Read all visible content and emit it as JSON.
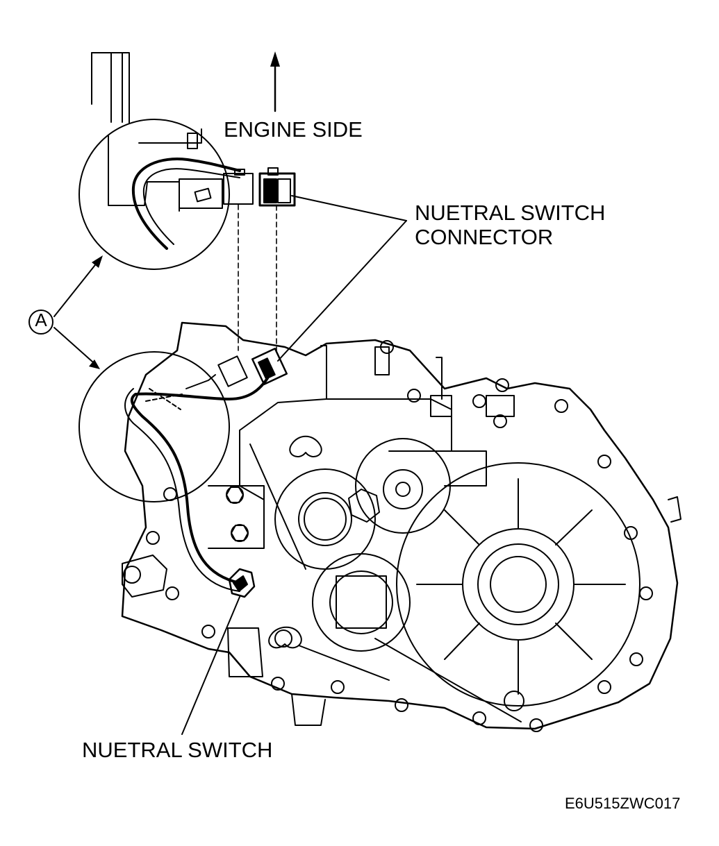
{
  "labels": {
    "engine_side": "ENGINE SIDE",
    "neutral_switch_connector_line1": "NUETRAL SWITCH",
    "neutral_switch_connector_line2": "CONNECTOR",
    "neutral_switch": "NUETRAL SWITCH",
    "callout": "A",
    "figure_code": "E6U515ZWC017"
  },
  "colors": {
    "ink": "#000000",
    "paper": "#ffffff"
  }
}
